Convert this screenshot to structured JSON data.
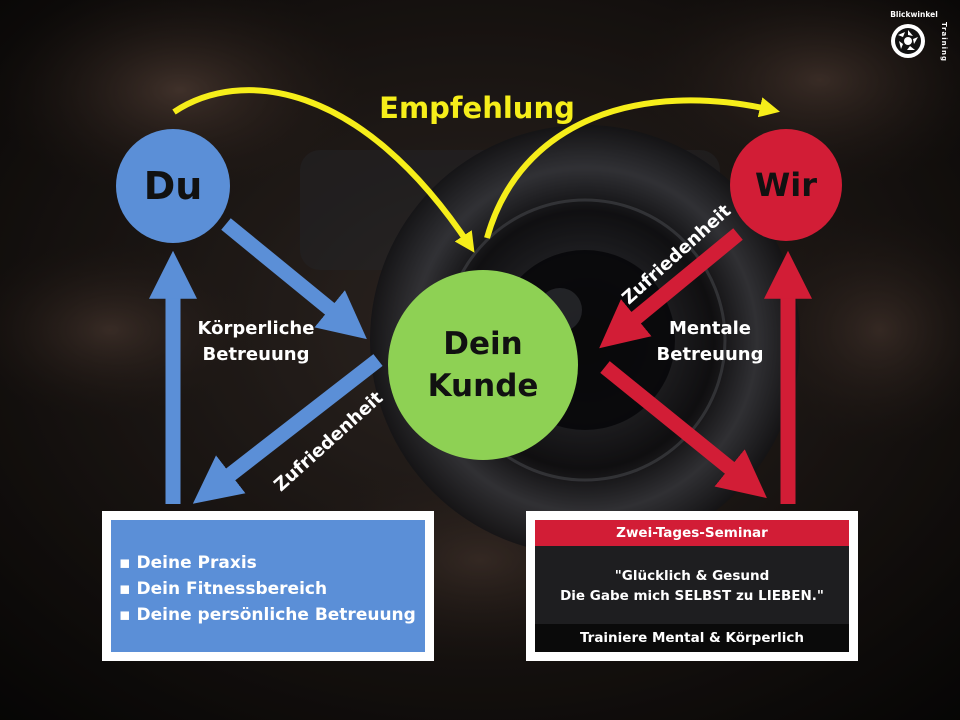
{
  "brand": {
    "name": "Blickwinkel",
    "sub": "Training"
  },
  "title": "Empfehlung",
  "nodes": {
    "du": "Du",
    "wir": "Wir",
    "kunde_line1": "Dein",
    "kunde_line2": "Kunde"
  },
  "edges": {
    "koerperliche_line1": "Körperliche",
    "koerperliche_line2": "Betreuung",
    "mentale_line1": "Mentale",
    "mentale_line2": "Betreuung",
    "zufriedenheit_left": "Zufriedenheit",
    "zufriedenheit_right": "Zufriedenheit"
  },
  "left_box": {
    "bullet": "▪",
    "items": [
      "Deine Praxis",
      "Dein Fitnessbereich",
      "Deine persönliche Betreuung"
    ]
  },
  "right_box": {
    "header": "Zwei-Tages-Seminar",
    "quote_line1": "\"Glücklich & Gesund",
    "quote_line2": "Die Gabe mich SELBST zu LIEBEN.\"",
    "footer": "Trainiere Mental & Körperlich"
  },
  "colors": {
    "blue": "#5b8fd7",
    "red": "#d21d36",
    "green": "#8ed154",
    "yellow": "#f6ee1a"
  },
  "icons": [
    "camera-aperture-icon"
  ]
}
